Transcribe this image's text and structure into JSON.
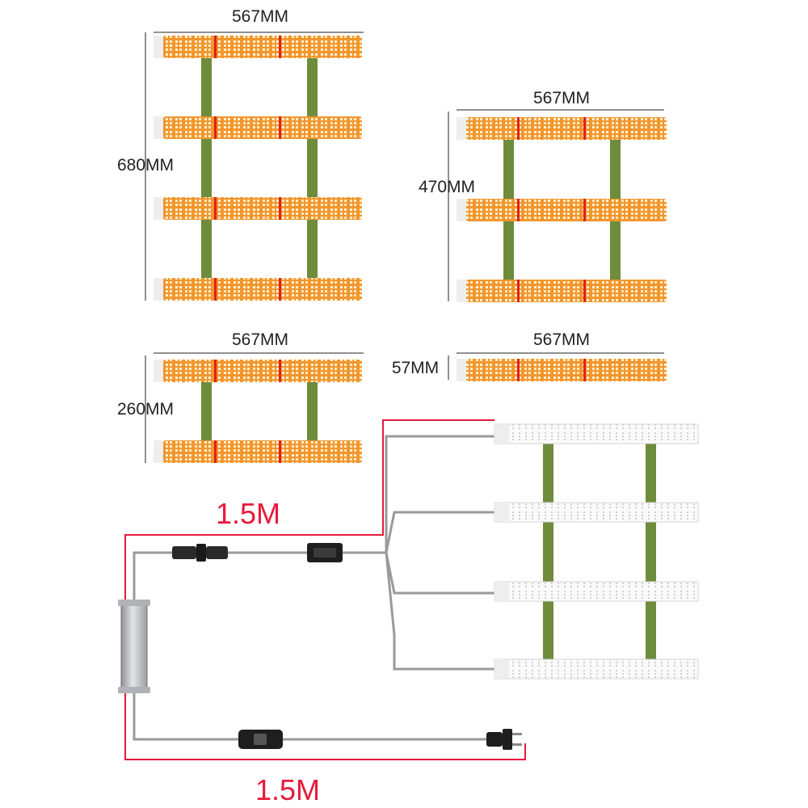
{
  "configs": [
    {
      "id": "four-bar",
      "width_label": "567MM",
      "height_label": "680MM",
      "bars": 4
    },
    {
      "id": "three-bar",
      "width_label": "567MM",
      "height_label": "470MM",
      "bars": 3
    },
    {
      "id": "two-bar",
      "width_label": "567MM",
      "height_label": "260MM",
      "bars": 2
    },
    {
      "id": "single-bar",
      "width_label": "567MM",
      "height_label": "57MM",
      "bars": 1
    }
  ],
  "wiring": {
    "upper_cable_length": "1.5M",
    "lower_cable_length": "1.5M",
    "connected_bars": 4
  },
  "colors": {
    "strip_orange": "#f08a28",
    "led_warm": "#fff3d6",
    "led_red": "#e0201c",
    "bracket_green": "#6e8c3c",
    "cable_gray": "#a0a0a0",
    "length_red": "#e8193c"
  },
  "icons": [
    "led-strip-icon",
    "mounting-bracket-icon",
    "driver-icon",
    "connector-icon",
    "splitter-icon",
    "switch-icon",
    "plug-icon"
  ]
}
